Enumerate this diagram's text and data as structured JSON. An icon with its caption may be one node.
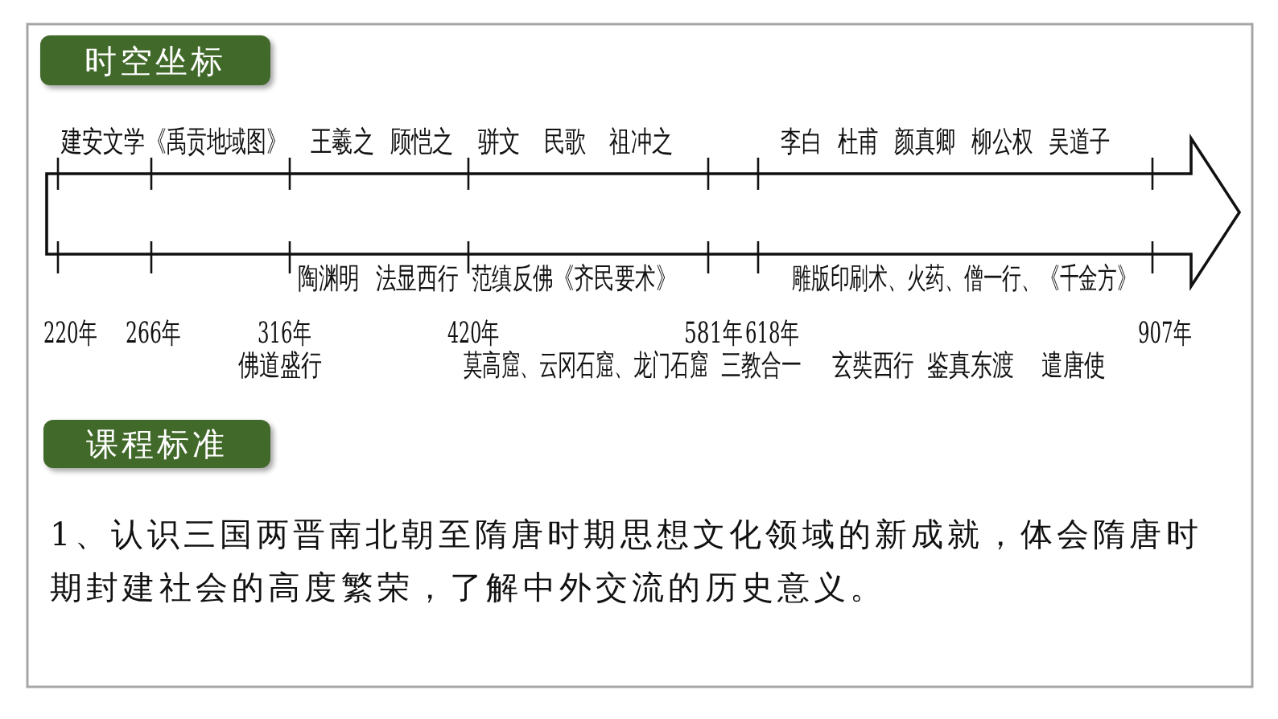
{
  "diagram": {
    "nodes": [
      {
        "text": [
          "时空坐标"
        ]
      },
      {
        "text": [
          "课程标准"
        ]
      }
    ],
    "labels": [
      "建安文学",
      "《禹贡地域图》",
      "王羲之 顾恺之",
      "骈文 民歌 祖冲之",
      "李白 杜甫 颜真卿 柳公权 吴道子",
      "陶渊明 法显西行",
      "范缜反佛《齐民要术》",
      "雕版印刷术、火药、僧一行、《千金方》",
      "220年",
      "266年",
      "316年",
      "420年",
      "581年",
      "618年",
      "907年",
      "佛道盛行",
      "莫高窟、云冈石窟、龙门石窟",
      "三教合一",
      "玄奘西行",
      "鉴真东渡",
      "遣唐使",
      "1、认识三国两晋南北朝至隋唐时期思想文化领域的新成就，体会隋唐时期封建社会的高度繁荣，了解中外交流的历史意义。"
    ]
  }
}
